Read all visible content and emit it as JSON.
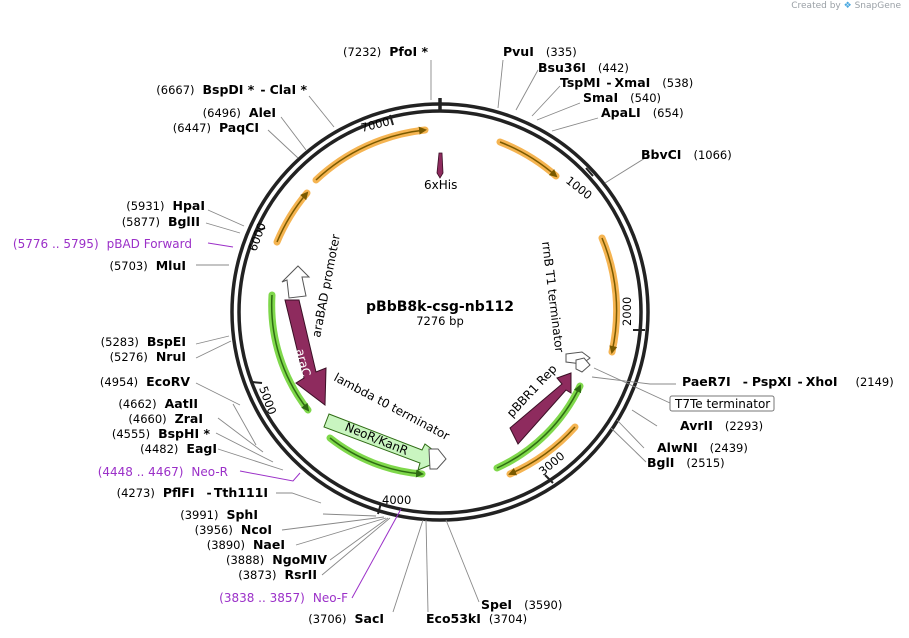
{
  "watermark": {
    "prefix": "Created by",
    "brand": "SnapGene"
  },
  "plasmid": {
    "name": "pBbB8k-csg-nb112",
    "length_label": "7276 bp",
    "length": 7276
  },
  "ticks": [
    "1000",
    "2000",
    "3000",
    "4000",
    "5000",
    "6000",
    "7000"
  ],
  "sites_right": [
    {
      "name": "PvuI",
      "pos": "(335)"
    },
    {
      "name": "Bsu36I",
      "pos": "(442)"
    },
    {
      "name": "TspMI",
      "sep": "-",
      "name2": "XmaI",
      "pos": "(538)"
    },
    {
      "name": "SmaI",
      "pos": "(540)"
    },
    {
      "name": "ApaLI",
      "pos": "(654)"
    },
    {
      "name": "BbvCI",
      "pos": "(1066)"
    },
    {
      "name": "PaeR7I",
      "sep": "-",
      "name2": "PspXI",
      "sep2": "-",
      "name3": "XhoI",
      "pos": "(2149)"
    },
    {
      "name": "AvrII",
      "pos": "(2293)"
    },
    {
      "name": "AlwNI",
      "pos": "(2439)"
    },
    {
      "name": "BglI",
      "pos": "(2515)"
    },
    {
      "name": "SpeI",
      "pos": "(3590)"
    }
  ],
  "sites_left": [
    {
      "pos": "(7232)",
      "name": "PfoI *"
    },
    {
      "pos": "(6667)",
      "name": "BspDI *",
      "sep": "-",
      "name2": "ClaI *"
    },
    {
      "pos": "(6496)",
      "name": "AleI"
    },
    {
      "pos": "(6447)",
      "name": "PaqCI"
    },
    {
      "pos": "(5931)",
      "name": "HpaI"
    },
    {
      "pos": "(5877)",
      "name": "BglII"
    },
    {
      "pos": "(5703)",
      "name": "MluI"
    },
    {
      "pos": "(5283)",
      "name": "BspEI"
    },
    {
      "pos": "(5276)",
      "name": "NruI"
    },
    {
      "pos": "(4954)",
      "name": "EcoRV"
    },
    {
      "pos": "(4662)",
      "name": "AatII"
    },
    {
      "pos": "(4660)",
      "name": "ZraI"
    },
    {
      "pos": "(4555)",
      "name": "BspHI *"
    },
    {
      "pos": "(4482)",
      "name": "EagI"
    },
    {
      "pos": "(4273)",
      "name": "PflFI",
      "sep": "-",
      "name2": "Tth111I"
    },
    {
      "pos": "(3991)",
      "name": "SphI"
    },
    {
      "pos": "(3956)",
      "name": "NcoI"
    },
    {
      "pos": "(3890)",
      "name": "NaeI"
    },
    {
      "pos": "(3888)",
      "name": "NgoMIV"
    },
    {
      "pos": "(3873)",
      "name": "RsrII"
    },
    {
      "pos": "(3706)",
      "name": "SacI"
    },
    {
      "name": "Eco53kI",
      "pos": "(3704)"
    }
  ],
  "primers": [
    {
      "range": "(5776 .. 5795)",
      "name": "pBAD Forward"
    },
    {
      "range": "(4448 .. 4467)",
      "name": "Neo-R"
    },
    {
      "range": "(3838 .. 3857)",
      "name": "Neo-F"
    }
  ],
  "features": {
    "his": "6xHis",
    "rrnb": "rrnB T1 terminator",
    "t7te": "T7Te terminator",
    "pbbr1": "pBBR1 Rep",
    "neor": "NeoR/KanR",
    "lambda": "lambda t0 terminator",
    "arac": "araC",
    "arabad": "araBAD promoter"
  },
  "colors": {
    "backbone": "#222222",
    "orange_arrow": "#f5b451",
    "orange_core": "#7a5a00",
    "green_arrow": "#7fd84b",
    "green_core": "#2e6b13",
    "dark_feature": "#8e2b5e",
    "light_green_feature": "#c9f5c0",
    "primer": "#9b30c8"
  }
}
